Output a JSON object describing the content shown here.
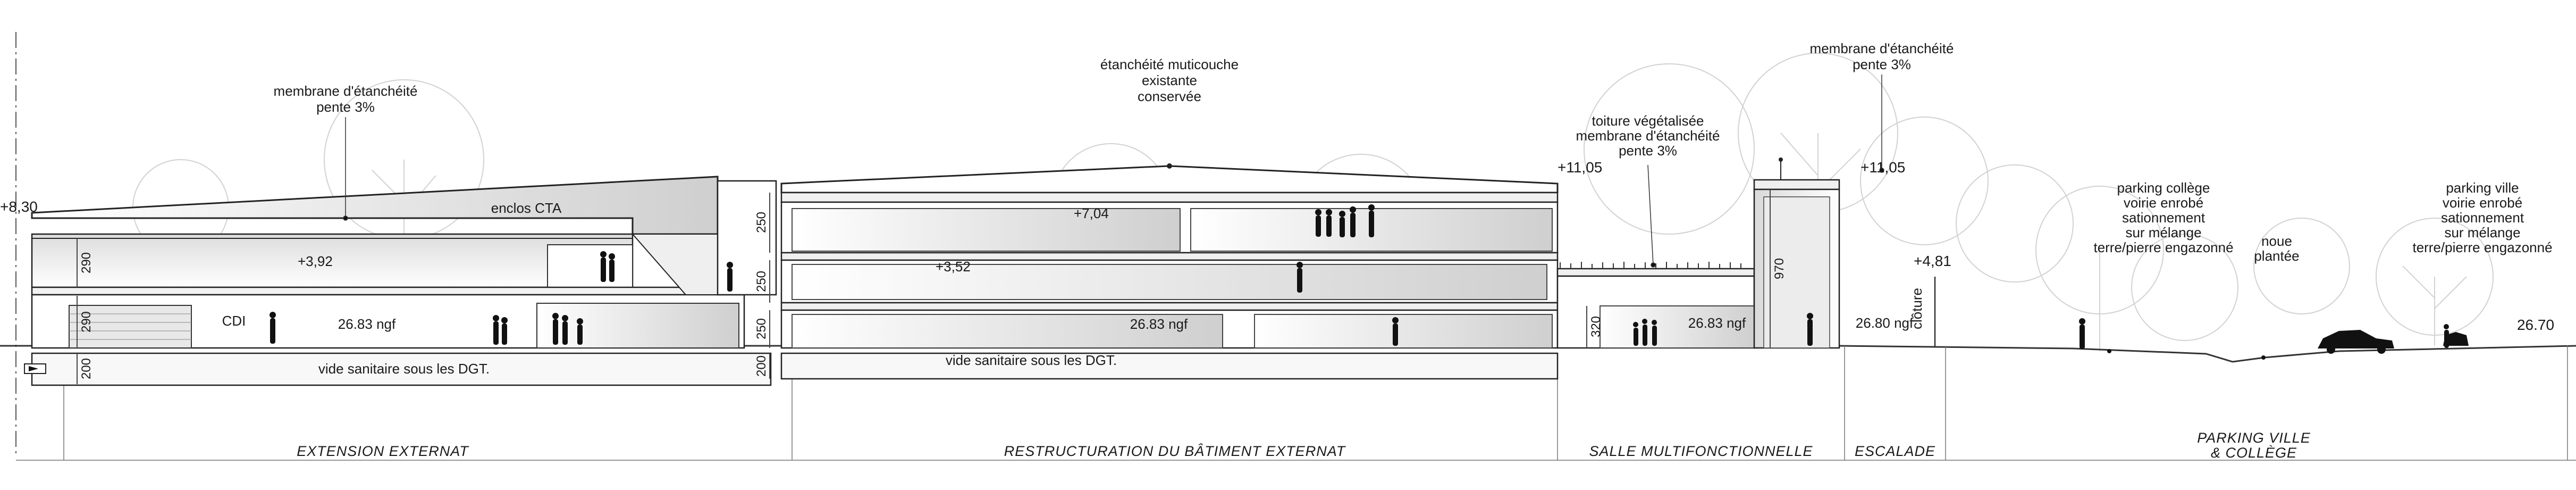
{
  "annotations": {
    "membrane_left_l1": "membrane d'étanchéité",
    "membrane_left_l2": "pente 3%",
    "multicouche_l1": "étanchéité muticouche",
    "multicouche_l2": "existante",
    "multicouche_l3": "conservée",
    "membrane_right_l1": "membrane d'étanchéité",
    "membrane_right_l2": "pente 3%",
    "vegetal_l1": "toiture végétalisée",
    "vegetal_l2": "membrane d'étanchéité",
    "vegetal_l3": "pente 3%",
    "parking_college_l1": "parking collège",
    "parking_college_l2": "voirie enrobé",
    "parking_college_l3": "sationnement",
    "parking_college_l4": "sur mélange",
    "parking_college_l5": "terre/pierre engazonné",
    "noue_l1": "noue",
    "noue_l2": "plantée",
    "parking_ville_l1": "parking ville",
    "parking_ville_l2": "voirie enrobé",
    "parking_ville_l3": "sationnement",
    "parking_ville_l4": "sur mélange",
    "parking_ville_l5": "terre/pierre engazonné",
    "enclos": "enclos CTA",
    "cdi": "CDI",
    "vide_left": "vide sanitaire sous les DGT.",
    "vide_mid": "vide sanitaire sous les DGT.",
    "cloture": "clôture"
  },
  "levels": {
    "lvl_830": "+8,30",
    "lvl_1105_a": "+11,05",
    "lvl_1105_b": "+11,05",
    "lvl_481": "+4,81",
    "lvl_704": "+7,04",
    "lvl_392": "+3,92",
    "lvl_352": "+3,52",
    "ngf_left": "26.83 ngf",
    "ngf_mid": "26.83 ngf",
    "ngf_right": "26.83 ngf",
    "ngf_ground": "26.80 ngf",
    "ngf_end": "26.70"
  },
  "dimensions": {
    "d290_a": "290",
    "d290_b": "290",
    "d200_a": "200",
    "d250_a": "250",
    "d250_b": "250",
    "d250_c": "250",
    "d200_b": "200",
    "d320": "320",
    "d970": "970"
  },
  "zones": {
    "extension": "EXTENSION EXTERNAT",
    "restructuration": "RESTRUCTURATION DU BÂTIMENT EXTERNAT",
    "salle": "SALLE MULTIFONCTIONNELLE",
    "escalade": "ESCALADE",
    "parking_l1": "PARKING VILLE",
    "parking_l2": "& COLLÈGE"
  }
}
